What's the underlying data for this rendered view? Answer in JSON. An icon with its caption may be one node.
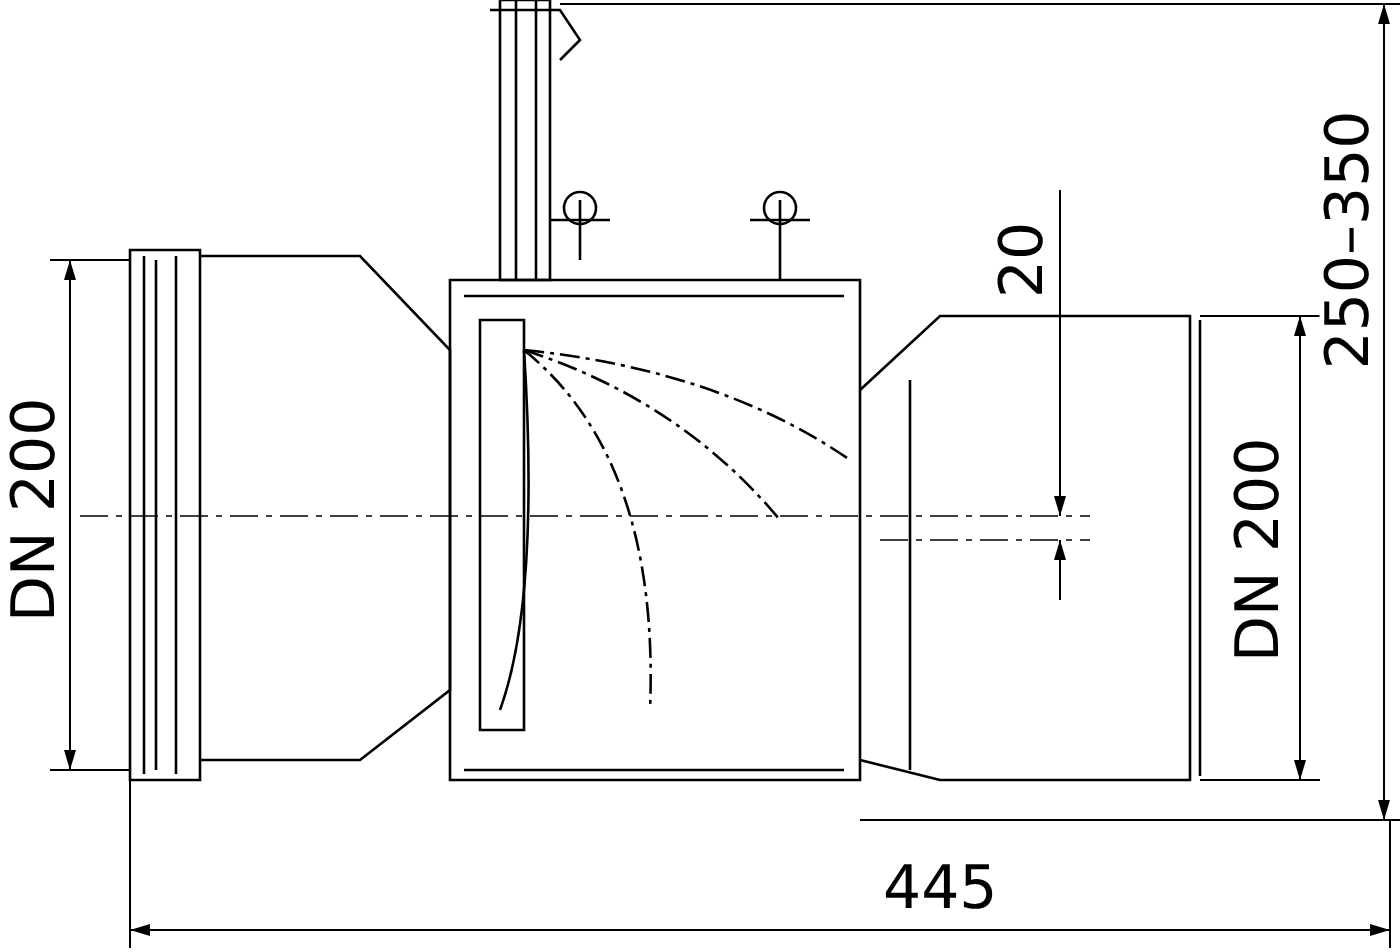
{
  "diagram": {
    "labels": [
      "DN 200",
      "20",
      "DN 200",
      "250–350",
      "445"
    ]
  }
}
